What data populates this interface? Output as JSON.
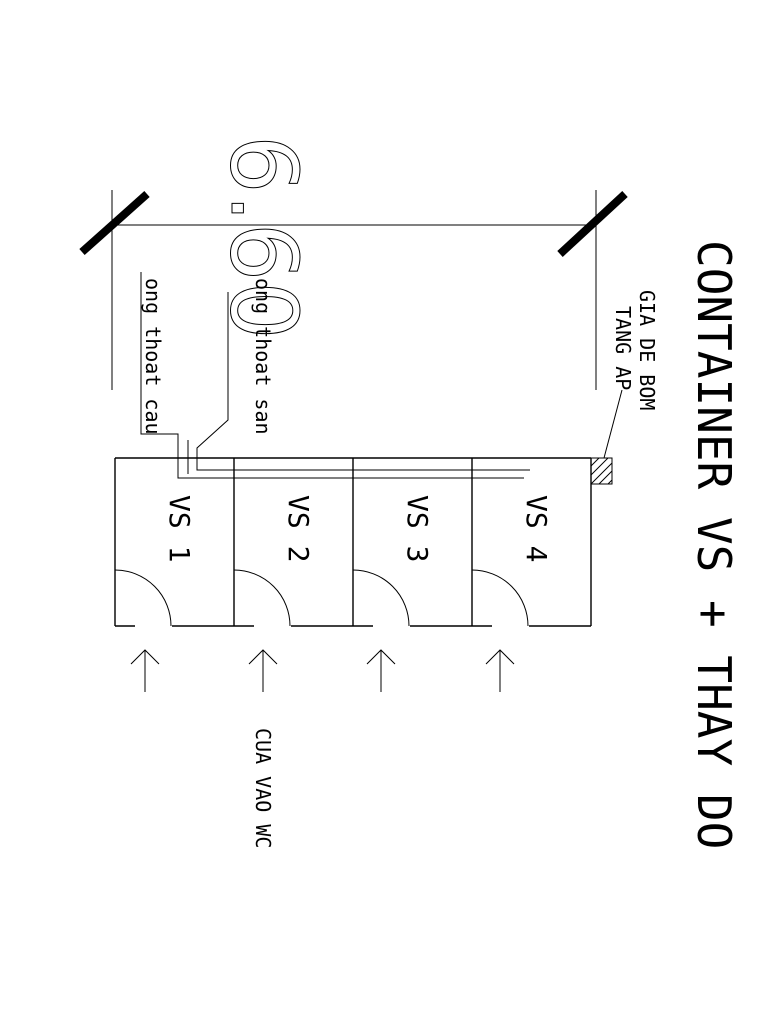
{
  "title": "CONTAINER VS + THAY DO",
  "dimension": "6.60",
  "labels": {
    "pump_stand_line1": "GIA DE BOM",
    "pump_stand_line2": "TANG AP",
    "floor_drain_pipe": "ong thoat san",
    "toilet_drain_pipe": "ong thoat cau",
    "entrance": "CUA VAO WC"
  },
  "rooms": [
    "VS 1",
    "VS 2",
    "VS 3",
    "VS 4"
  ],
  "colors": {
    "ink": "#000000",
    "paper": "#ffffff"
  }
}
